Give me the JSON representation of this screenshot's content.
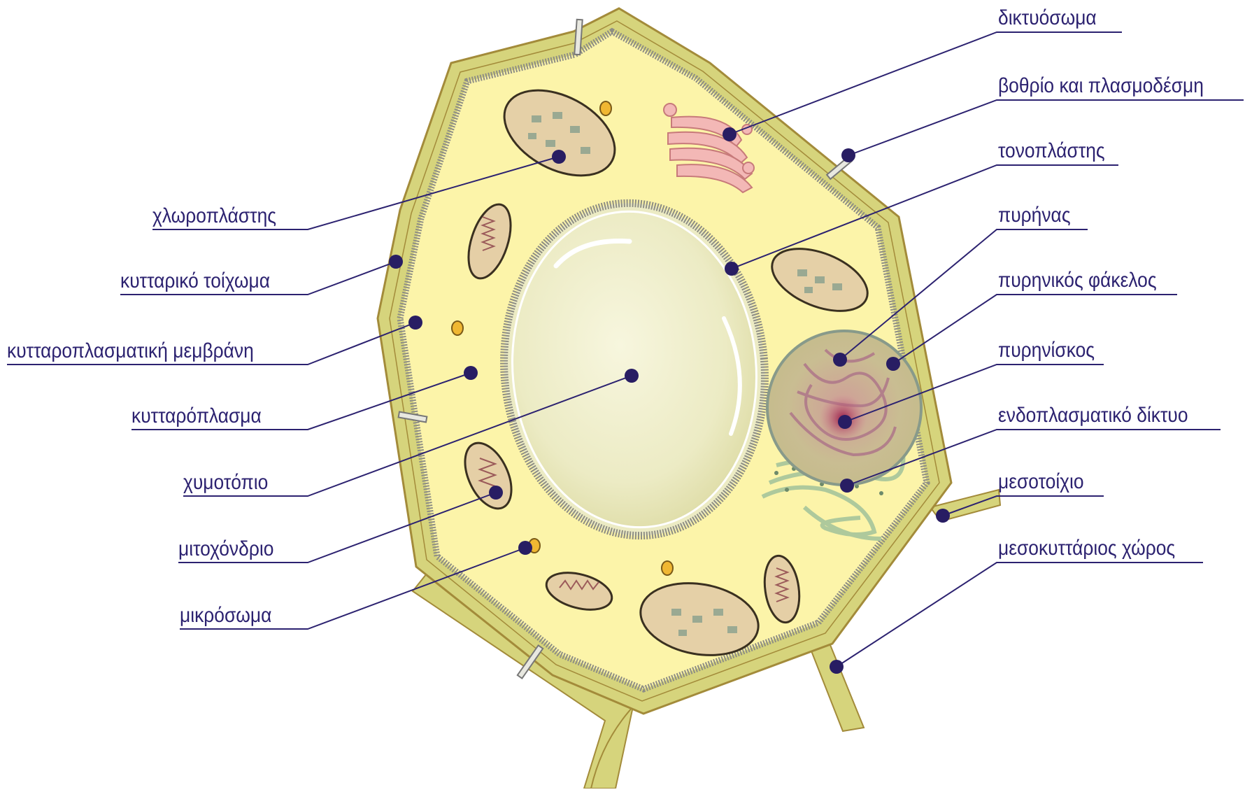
{
  "colors": {
    "wall": "#d6d47c",
    "wall_edge": "#a38b3a",
    "cytoplasm": "#fcf4a9",
    "membrane": "#9c9c8e",
    "vacuole": "#ecebc4",
    "leader_line": "#2c2270",
    "dot": "#281d63",
    "golgi": "#f3b8b6",
    "nucleus": "#c5bd8e",
    "nucleolus": "#b33a63",
    "er": "#aec99c"
  },
  "labels": {
    "left": {
      "chloroplast": "χλωροπλάστης",
      "cell_wall": "κυτταρικό τοίχωμα",
      "plasma_membrane": "κυτταροπλασματική μεμβράνη",
      "cytoplasm": "κυτταρόπλασμα",
      "vacuole": "χυμοτόπιο",
      "mitochondrion": "μιτοχόνδριο",
      "microbody": "μικρόσωμα"
    },
    "right": {
      "golgi": "δικτυόσωμα",
      "pit_plasmodesma": "βοθρίο και πλασμοδέσμη",
      "tonoplast": "τονοπλάστης",
      "nucleus": "πυρήνας",
      "nuclear_envelope": "πυρηνικός φάκελος",
      "nucleolus": "πυρηνίσκος",
      "er": "ενδοπλασματικό δίκτυο",
      "middle_lamella": "μεσοτοίχιο",
      "intercellular_space": "μεσοκυττάριος χώρος"
    }
  }
}
